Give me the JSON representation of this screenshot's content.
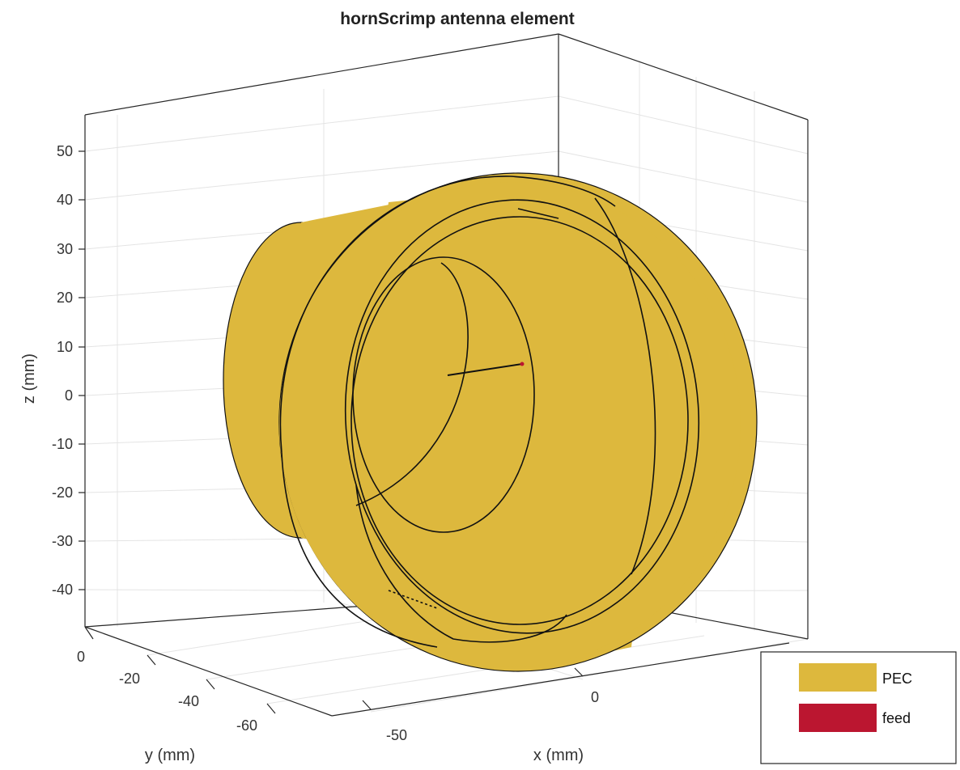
{
  "title": "hornScrimp antenna element",
  "axes": {
    "xlabel": "x (mm)",
    "ylabel": "y (mm)",
    "zlabel": "z (mm)",
    "z_ticks": [
      "50",
      "40",
      "30",
      "20",
      "10",
      "0",
      "-10",
      "-20",
      "-30",
      "-40"
    ],
    "y_ticks": [
      "0",
      "-20",
      "-40",
      "-60"
    ],
    "x_ticks": [
      "-50",
      "0"
    ]
  },
  "legend": {
    "placement": "bottom-right",
    "items": [
      {
        "label": "PEC",
        "color": "#DDB83D"
      },
      {
        "label": "feed",
        "color": "#BB1630"
      }
    ]
  },
  "colors": {
    "pec": "#DDB83D",
    "feed": "#BB1630",
    "edge": "#111111",
    "grid": "#e4e4e4"
  }
}
